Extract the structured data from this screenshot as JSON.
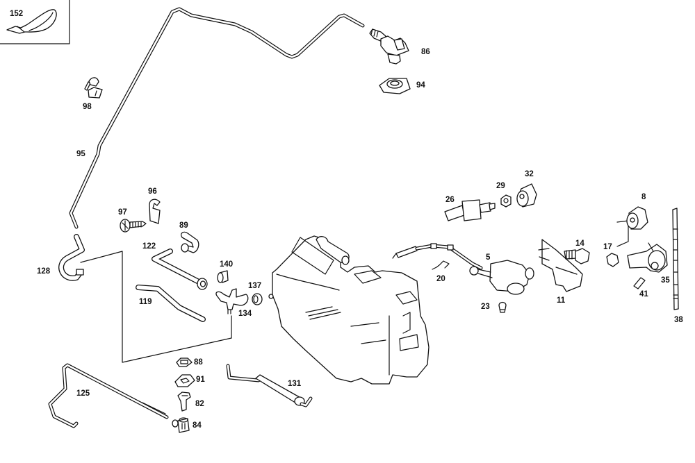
{
  "diagram": {
    "type": "exploded-parts-diagram",
    "subject": "fuel tank / evaporative system parts",
    "callouts": [
      {
        "id": "c152",
        "number": "152",
        "part": "cable-tie"
      },
      {
        "id": "c98",
        "number": "98",
        "part": "clip"
      },
      {
        "id": "c95",
        "number": "95",
        "part": "vent-line"
      },
      {
        "id": "c86",
        "number": "86",
        "part": "valve"
      },
      {
        "id": "c94",
        "number": "94",
        "part": "grommet"
      },
      {
        "id": "c96",
        "number": "96",
        "part": "clamp"
      },
      {
        "id": "c97",
        "number": "97",
        "part": "screw"
      },
      {
        "id": "c89",
        "number": "89",
        "part": "elbow-fitting"
      },
      {
        "id": "c122",
        "number": "122",
        "part": "hose"
      },
      {
        "id": "c128",
        "number": "128",
        "part": "hose"
      },
      {
        "id": "c119",
        "number": "119",
        "part": "hose"
      },
      {
        "id": "c140",
        "number": "140",
        "part": "sleeve"
      },
      {
        "id": "c137",
        "number": "137",
        "part": "grommet"
      },
      {
        "id": "c134",
        "number": "134",
        "part": "connector"
      },
      {
        "id": "c88",
        "number": "88",
        "part": "cap"
      },
      {
        "id": "c91",
        "number": "91",
        "part": "seal"
      },
      {
        "id": "c82",
        "number": "82",
        "part": "valve-insert"
      },
      {
        "id": "c84",
        "number": "84",
        "part": "check-valve"
      },
      {
        "id": "c125",
        "number": "125",
        "part": "line"
      },
      {
        "id": "c131",
        "number": "131",
        "part": "hose"
      },
      {
        "id": "c26",
        "number": "26",
        "part": "sending-unit"
      },
      {
        "id": "c29",
        "number": "29",
        "part": "nut"
      },
      {
        "id": "c32",
        "number": "32",
        "part": "cap"
      },
      {
        "id": "c5",
        "number": "5",
        "part": "pump-assembly"
      },
      {
        "id": "c20",
        "number": "20",
        "part": "clip"
      },
      {
        "id": "c23",
        "number": "23",
        "part": "plug"
      },
      {
        "id": "c14",
        "number": "14",
        "part": "bolt"
      },
      {
        "id": "c11",
        "number": "11",
        "part": "bracket"
      },
      {
        "id": "c8",
        "number": "8",
        "part": "cap"
      },
      {
        "id": "c17",
        "number": "17",
        "part": "nut"
      },
      {
        "id": "c35",
        "number": "35",
        "part": "housing"
      },
      {
        "id": "c41",
        "number": "41",
        "part": "bolt"
      },
      {
        "id": "c38",
        "number": "38",
        "part": "strip"
      }
    ]
  }
}
